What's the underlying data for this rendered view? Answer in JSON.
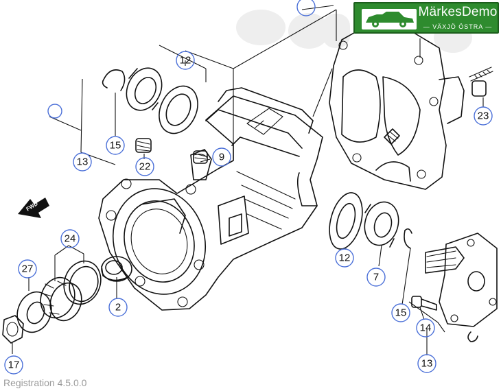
{
  "branding": {
    "name": "MärkesDemo",
    "tagline": "VÄXJÖ ÖSTRA",
    "color": "#2e8b2e"
  },
  "footer": {
    "version_text": "Registration 4.5.0.0"
  },
  "diagram": {
    "callouts": [
      {
        "id": "c12a",
        "label": "12"
      },
      {
        "id": "c15a",
        "label": "15"
      },
      {
        "id": "c13a",
        "label": "13"
      },
      {
        "id": "c22",
        "label": "22"
      },
      {
        "id": "c9",
        "label": "9"
      },
      {
        "id": "c23",
        "label": "23"
      },
      {
        "id": "c24",
        "label": "24"
      },
      {
        "id": "c27",
        "label": "27"
      },
      {
        "id": "c2",
        "label": "2"
      },
      {
        "id": "c17",
        "label": "17"
      },
      {
        "id": "c12b",
        "label": "12"
      },
      {
        "id": "c7",
        "label": "7"
      },
      {
        "id": "c15b",
        "label": "15"
      },
      {
        "id": "c14",
        "label": "14"
      },
      {
        "id": "c13b",
        "label": "13"
      }
    ],
    "fwd_label": "FWD",
    "accent": "#4a6fd8"
  }
}
